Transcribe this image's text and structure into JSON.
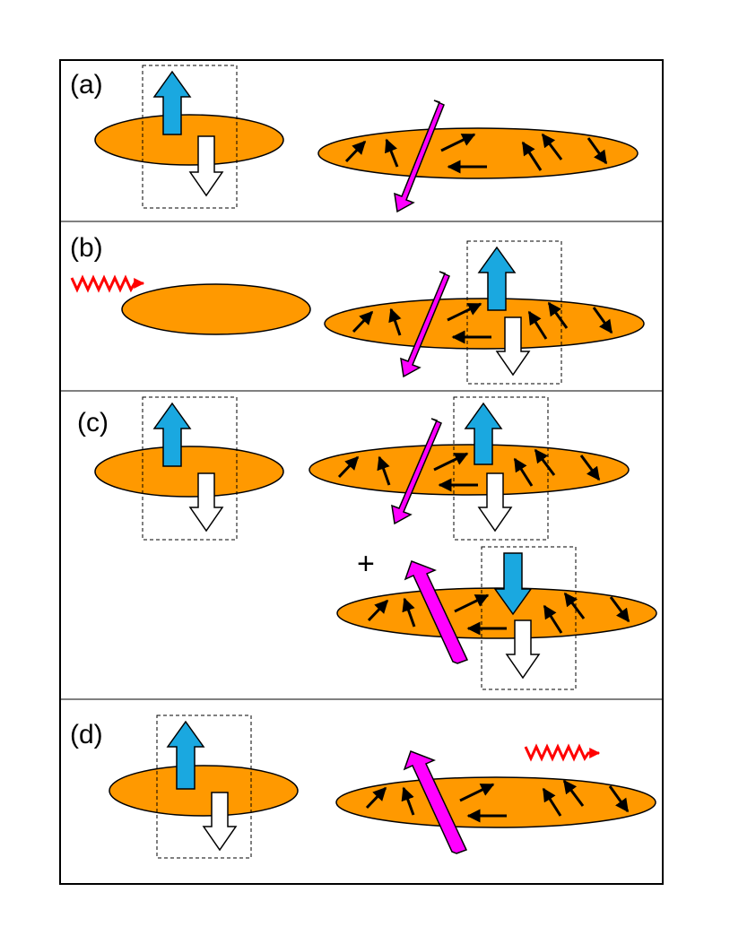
{
  "colors": {
    "disk_fill": "#ff9900",
    "up_arrow_fill": "#1aa8e0",
    "down_arrow_fill": "#ffffff",
    "big_arrow_fill": "#ff00ff",
    "small_arrow": "#000000",
    "photon": "#ff0000",
    "frame": "#000000"
  },
  "icons": {
    "photon": "wavy-photon-arrow",
    "spin_up": "block-arrow-up",
    "spin_down": "block-arrow-down",
    "local_spin": "small-arrow"
  },
  "panels": [
    {
      "id": "a",
      "label": "(a)"
    },
    {
      "id": "b",
      "label": "(b)"
    },
    {
      "id": "c",
      "label": "(c)",
      "plus": "+"
    },
    {
      "id": "d",
      "label": "(d)"
    }
  ]
}
